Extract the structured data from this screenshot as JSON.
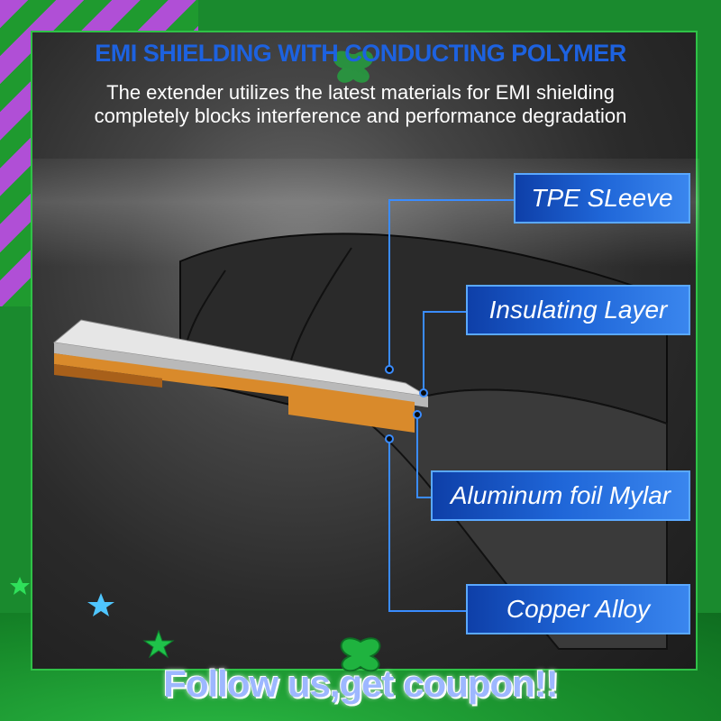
{
  "header": {
    "title": "EMI SHIELDING WITH CONDUCTING POLYMER",
    "subtitle_line1": "The extender utilizes the latest materials for EMI shielding",
    "subtitle_line2": "completely blocks interference and performance degradation"
  },
  "callouts": [
    {
      "label": "TPE SLeeve"
    },
    {
      "label": "Insulating Layer"
    },
    {
      "label": "Aluminum foil Mylar"
    },
    {
      "label": "Copper Alloy"
    }
  ],
  "banner": {
    "text": "Follow us,get coupon!!"
  },
  "icons": {
    "stars": "star-icon",
    "ornament": "ornament-icon"
  },
  "colors": {
    "frame_green": "#1a8a2e",
    "stripe_purple": "#b04fd6",
    "title_blue": "#1d62e0",
    "callout_blue": "#1f66d8",
    "leader_blue": "#3a8cff",
    "copper": "#d98a2b"
  }
}
